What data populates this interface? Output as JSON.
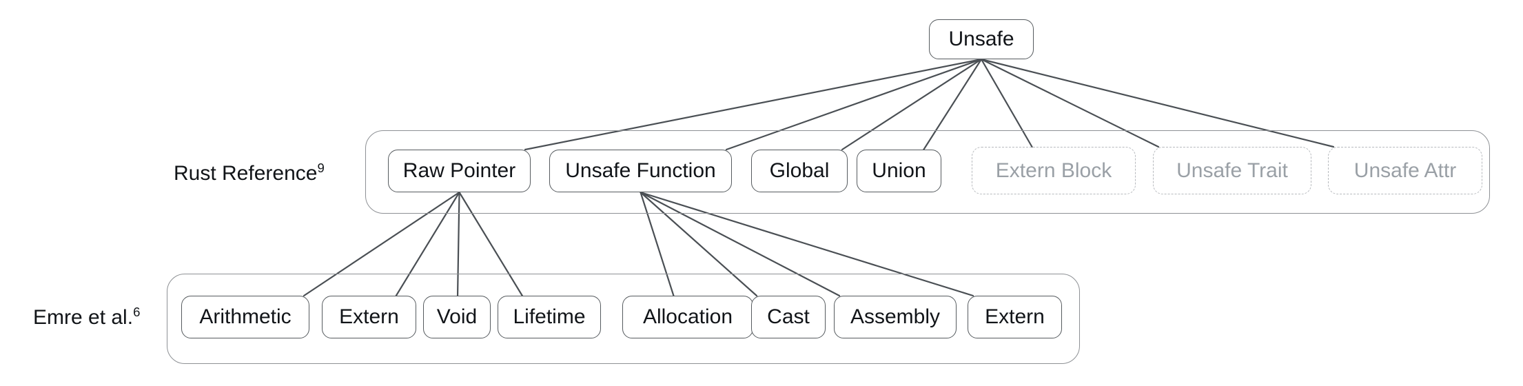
{
  "diagram": {
    "type": "hierarchy-tree",
    "title_node": {
      "id": "unsafe",
      "label": "Unsafe"
    },
    "rows": [
      {
        "id": "rust-reference",
        "label_text": "Rust Reference",
        "label_superscript": "9",
        "nodes": [
          {
            "id": "raw-pointer",
            "label": "Raw Pointer",
            "style": "solid"
          },
          {
            "id": "unsafe-function",
            "label": "Unsafe Function",
            "style": "solid"
          },
          {
            "id": "global",
            "label": "Global",
            "style": "solid"
          },
          {
            "id": "union",
            "label": "Union",
            "style": "solid"
          },
          {
            "id": "extern-block",
            "label": "Extern Block",
            "style": "dashed-muted"
          },
          {
            "id": "unsafe-trait",
            "label": "Unsafe Trait",
            "style": "dashed-muted"
          },
          {
            "id": "unsafe-attr",
            "label": "Unsafe Attr",
            "style": "dashed-muted"
          }
        ]
      },
      {
        "id": "emre-et-al",
        "label_text": "Emre et al.",
        "label_superscript": "6",
        "nodes": [
          {
            "id": "arithmetic",
            "label": "Arithmetic",
            "style": "solid"
          },
          {
            "id": "extern-rp",
            "label": "Extern",
            "style": "solid"
          },
          {
            "id": "void",
            "label": "Void",
            "style": "solid"
          },
          {
            "id": "lifetime",
            "label": "Lifetime",
            "style": "solid"
          },
          {
            "id": "allocation",
            "label": "Allocation",
            "style": "solid"
          },
          {
            "id": "cast",
            "label": "Cast",
            "style": "solid"
          },
          {
            "id": "assembly",
            "label": "Assembly",
            "style": "solid"
          },
          {
            "id": "extern-uf",
            "label": "Extern",
            "style": "solid"
          }
        ]
      }
    ],
    "edges": [
      {
        "from": "unsafe",
        "to": "raw-pointer"
      },
      {
        "from": "unsafe",
        "to": "unsafe-function"
      },
      {
        "from": "unsafe",
        "to": "global"
      },
      {
        "from": "unsafe",
        "to": "union"
      },
      {
        "from": "unsafe",
        "to": "extern-block"
      },
      {
        "from": "unsafe",
        "to": "unsafe-trait"
      },
      {
        "from": "unsafe",
        "to": "unsafe-attr"
      },
      {
        "from": "raw-pointer",
        "to": "arithmetic"
      },
      {
        "from": "raw-pointer",
        "to": "extern-rp"
      },
      {
        "from": "raw-pointer",
        "to": "void"
      },
      {
        "from": "raw-pointer",
        "to": "lifetime"
      },
      {
        "from": "unsafe-function",
        "to": "allocation"
      },
      {
        "from": "unsafe-function",
        "to": "cast"
      },
      {
        "from": "unsafe-function",
        "to": "assembly"
      },
      {
        "from": "unsafe-function",
        "to": "extern-uf"
      }
    ],
    "colors": {
      "node_border": "#555a5e",
      "node_text": "#111418",
      "muted_border": "#b6b9bd",
      "muted_text": "#9aa0a6",
      "group_border": "#8d9094",
      "edge": "#4a4f54",
      "background": "#ffffff"
    }
  }
}
